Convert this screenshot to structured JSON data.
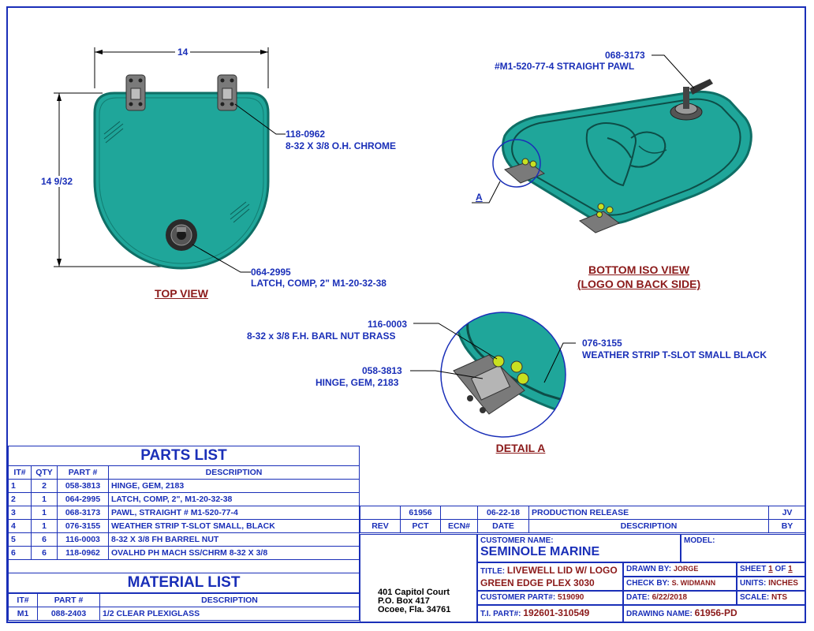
{
  "views": {
    "top_view": "TOP VIEW",
    "iso_view_line1": "BOTTOM ISO VIEW",
    "iso_view_line2": "(LOGO ON BACK SIDE)",
    "detail": "DETAIL  A"
  },
  "dimensions": {
    "width": "14",
    "height": "14 9/32"
  },
  "callouts": {
    "hinge_screw_part": "118-0962",
    "hinge_screw_desc": "8-32 X 3/8 O.H. CHROME",
    "latch_part": "064-2995",
    "latch_desc": "LATCH, COMP, 2\" M1-20-32-38",
    "pawl_part": "068-3173",
    "pawl_desc": "#M1-520-77-4 STRAIGHT PAWL",
    "detail_marker": "A",
    "barrel_nut_part": "116-0003",
    "barrel_nut_desc": "8-32 x 3/8 F.H. BARL NUT BRASS",
    "hinge_part": "058-3813",
    "hinge_desc": "HINGE, GEM, 2183",
    "weather_part": "076-3155",
    "weather_desc": "WEATHER STRIP T-SLOT SMALL BLACK"
  },
  "parts_list": {
    "title": "PARTS LIST",
    "headers": [
      "IT#",
      "QTY",
      "PART #",
      "DESCRIPTION"
    ],
    "rows": [
      [
        "1",
        "2",
        "058-3813",
        "HINGE, GEM, 2183"
      ],
      [
        "2",
        "1",
        "064-2995",
        "LATCH, COMP, 2\", M1-20-32-38"
      ],
      [
        "3",
        "1",
        "068-3173",
        "PAWL, STRAIGHT # M1-520-77-4"
      ],
      [
        "4",
        "1",
        "076-3155",
        "WEATHER STRIP T-SLOT SMALL, BLACK"
      ],
      [
        "5",
        "6",
        "116-0003",
        "8-32 X 3/8 FH BARREL NUT"
      ],
      [
        "6",
        "6",
        "118-0962",
        "OVALHD PH MACH SS/CHRM 8-32 X 3/8"
      ]
    ]
  },
  "material_list": {
    "title": "MATERIAL LIST",
    "headers": [
      "IT#",
      "PART #",
      "DESCRIPTION"
    ],
    "rows": [
      [
        "M1",
        "088-2403",
        "1/2 CLEAR PLEXIGLASS"
      ]
    ]
  },
  "revision": {
    "row": {
      "rev": "",
      "pct": "61956",
      "ecn": "",
      "date": "06-22-18",
      "description": "PRODUCTION RELEASE",
      "by": "JV"
    },
    "headers": {
      "rev": "REV",
      "pct": "PCT",
      "ecn": "ECN#",
      "date": "DATE",
      "description": "DESCRIPTION",
      "by": "BY"
    }
  },
  "address": {
    "line1": "401 Capitol Court",
    "line2": "P.O. Box 417",
    "line3": "Ocoee, Fla. 34761"
  },
  "title_block": {
    "customer_name_label": "CUSTOMER NAME:",
    "customer_name": "SEMINOLE MARINE",
    "model_label": "MODEL:",
    "title_label": "TITLE:",
    "title_line1": "LIVEWELL LID W/ LOGO",
    "title_line2": "GREEN EDGE PLEX 3030",
    "customer_part_label": "CUSTOMER PART#:",
    "customer_part": "519090",
    "ti_part_label": "T.I. PART#:",
    "ti_part": "192601-310549",
    "drawn_by_label": "DRAWN BY:",
    "drawn_by": "JORGE",
    "check_by_label": "CHECK BY:",
    "check_by": "S. WIDMANN",
    "date_label": "DATE:",
    "date": "6/22/2018",
    "drawing_name_label": "DRAWING NAME:",
    "drawing_name": "61956-PD",
    "sheet_label": "SHEET",
    "sheet_num": "1",
    "sheet_of": "OF",
    "sheet_total": "1",
    "units_label": "UNITS:",
    "units": "INCHES",
    "scale_label": "SCALE:",
    "scale": "NTS"
  },
  "colors": {
    "line": "#1a2fb8",
    "title": "#8b1a1a",
    "lid": "#1fa69a",
    "lid_edge": "#0f6f66",
    "hardware": "#6d6d6d",
    "dot": "#c8e020"
  }
}
